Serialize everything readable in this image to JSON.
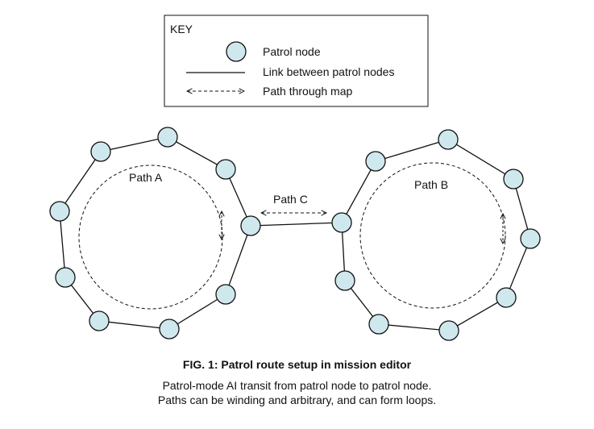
{
  "key": {
    "title": "KEY",
    "node_label": "Patrol node",
    "link_label": "Link between patrol nodes",
    "path_label": "Path through map"
  },
  "paths": {
    "a_label": "Path A",
    "b_label": "Path B",
    "c_label": "Path C"
  },
  "caption": {
    "title": "FIG. 1: Patrol route setup in mission editor",
    "line1": "Patrol-mode AI transit from patrol node to patrol node.",
    "line2": "Paths can be winding and arbitrary, and can form loops."
  },
  "colors": {
    "node_fill": "#cfe8ee",
    "stroke": "#111111"
  }
}
